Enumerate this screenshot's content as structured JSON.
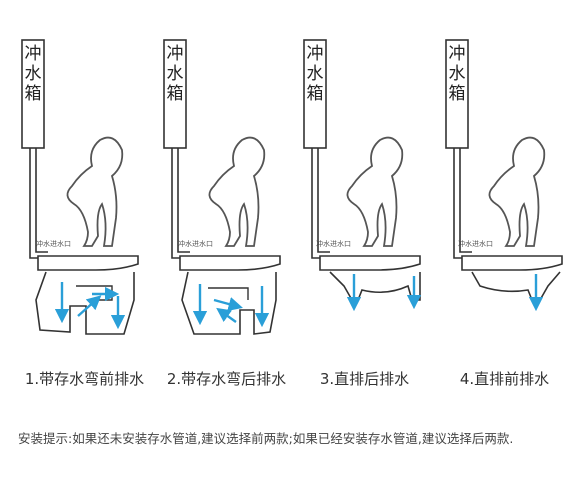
{
  "tank_label": "冲水箱",
  "inlet_label": "冲水进水口",
  "panels": [
    {
      "caption": "1.带存水弯前排水",
      "type": "trap-front"
    },
    {
      "caption": "2.带存水弯后排水",
      "type": "trap-rear"
    },
    {
      "caption": "3.直排后排水",
      "type": "direct-rear"
    },
    {
      "caption": "4.直排前排水",
      "type": "direct-front"
    }
  ],
  "install_note": "安装提示:如果还未安装存水管道,建议选择前两款;如果已经安装存水管道,建议选择后两款.",
  "colors": {
    "line": "#333333",
    "arrow": "#2a9fd8",
    "figure": "#555555"
  }
}
